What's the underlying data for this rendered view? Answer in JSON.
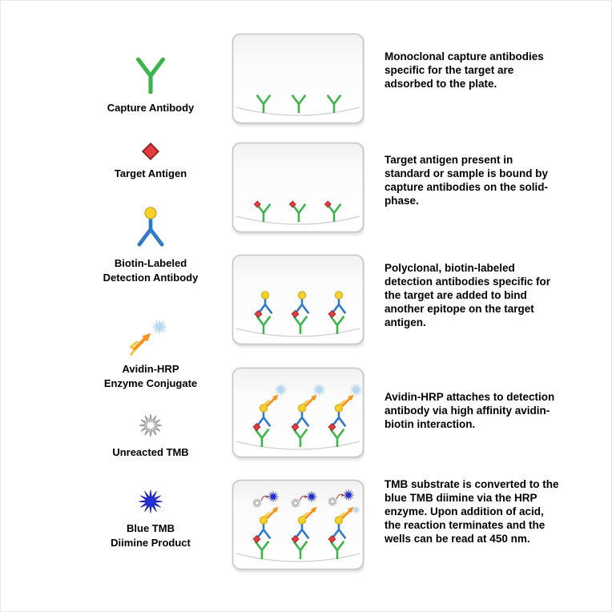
{
  "title": "Sandwich ELISA assay principle diagram",
  "colors": {
    "capture_green": "#3BB54A",
    "antigen_red": "#E23C3C",
    "detection_blue": "#2E79C9",
    "biotin_yellow": "#F6D32B",
    "hrp_orange": "#F7941D",
    "zigzag_yellow": "#F2C72E",
    "tmb_light_blue": "#B9D9F2",
    "tmb_blue": "#2430D6",
    "unreacted_gray": "#9A9A9A",
    "plate_border": "#C6C6C6",
    "arrow_red": "#B templates"
  },
  "legend": {
    "items": [
      {
        "id": "capture-antibody",
        "icon": "green-Y-antibody-icon",
        "label": "Capture Antibody"
      },
      {
        "id": "target-antigen",
        "icon": "red-diamond-icon",
        "label": "Target Antigen"
      },
      {
        "id": "biotin-detection-antibody",
        "icon": "blue-antibody-with-yellow-biotin-icon",
        "label": "Biotin-Labeled\nDetection Antibody"
      },
      {
        "id": "avidin-hrp",
        "icon": "orange-arrow-with-light-blue-star-icon",
        "label": "Avidin-HRP\nEnzyme Conjugate"
      },
      {
        "id": "unreacted-tmb",
        "icon": "white-starburst-icon",
        "label": "Unreacted TMB"
      },
      {
        "id": "blue-tmb",
        "icon": "blue-starburst-icon",
        "label": "Blue TMB\nDiimine Product"
      }
    ]
  },
  "steps": [
    {
      "description": "Monoclonal capture antibodies specific for the target are adsorbed to the plate."
    },
    {
      "description": "Target antigen present in standard or sample is bound by capture antibodies on the solid-phase."
    },
    {
      "description": "Polyclonal, biotin-labeled detection antibodies specific for the target are added to bind another epitope on the target antigen."
    },
    {
      "description": "Avidin-HRP attaches to detection antibody via high affinity avidin-biotin interaction."
    },
    {
      "description": "TMB substrate is converted to the blue TMB diimine via the HRP enzyme. Upon addition of acid, the reaction terminates and the wells can be read at 450 nm."
    }
  ]
}
